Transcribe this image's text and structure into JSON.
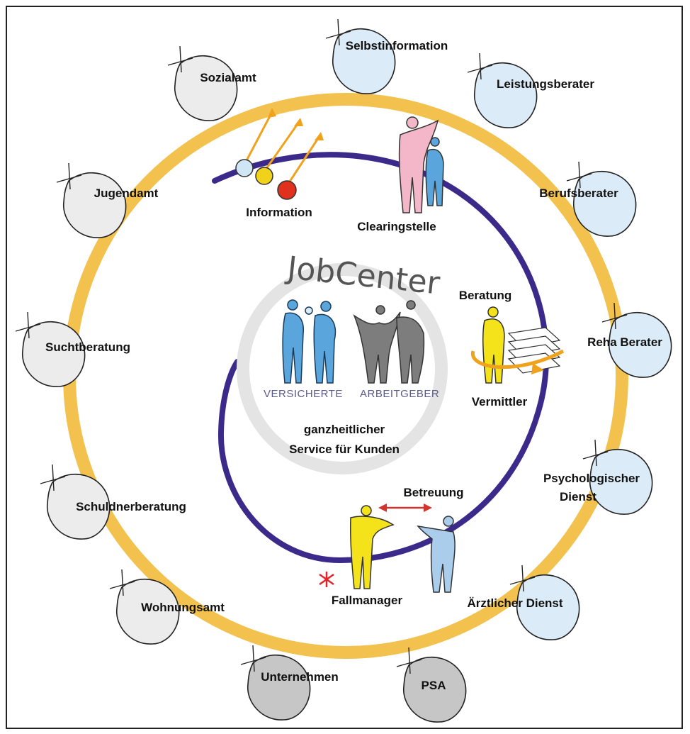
{
  "center": {
    "title": "JobCenter",
    "segment_left": "VERSICHERTE",
    "segment_right": "ARBEITGEBER",
    "tagline_1": "ganzheitlicher",
    "tagline_2": "Service für Kunden"
  },
  "inner_ring": [
    {
      "id": "information",
      "label": "Information"
    },
    {
      "id": "clearingstelle",
      "label": "Clearingstelle"
    },
    {
      "id": "beratung",
      "label": "Beratung"
    },
    {
      "id": "vermittler",
      "label": "Vermittler"
    },
    {
      "id": "betreuung",
      "label": "Betreuung"
    },
    {
      "id": "fallmanager",
      "label": "Fallmanager"
    }
  ],
  "outer_ring": [
    {
      "id": "selbstinformation",
      "label": "Selbstinformation",
      "group": "internal"
    },
    {
      "id": "leistungsberater",
      "label": "Leistungsberater",
      "group": "internal"
    },
    {
      "id": "berufsberater",
      "label": "Berufsberater",
      "group": "internal"
    },
    {
      "id": "reha-berater",
      "label": "Reha Berater",
      "group": "internal"
    },
    {
      "id": "psychologischer-dienst",
      "label": "Psychologischer",
      "label2": "Dienst",
      "group": "internal"
    },
    {
      "id": "aerztlicher-dienst",
      "label": "Ärztlicher Dienst",
      "group": "internal"
    },
    {
      "id": "psa",
      "label": "PSA",
      "group": "partner"
    },
    {
      "id": "unternehmen",
      "label": "Unternehmen",
      "group": "partner"
    },
    {
      "id": "wohnungsamt",
      "label": "Wohnungsamt",
      "group": "external"
    },
    {
      "id": "schuldnerberatung",
      "label": "Schuldnerberatung",
      "group": "external"
    },
    {
      "id": "suchtberatung",
      "label": "Suchtberatung",
      "group": "external"
    },
    {
      "id": "jugendamt",
      "label": "Jugendamt",
      "group": "external"
    },
    {
      "id": "sozialamt",
      "label": "Sozialamt",
      "group": "external"
    }
  ],
  "colors": {
    "outer_ring": "#f2c14e",
    "inner_ring": "#3b2a8a",
    "center_ring": "#e4e4e4",
    "internal": "#dcebf8",
    "external": "#ececec",
    "partner": "#c6c6c6",
    "figure_blue": "#5aa6dc",
    "figure_gray": "#7d7d7d",
    "figure_yellow": "#f4e21a",
    "figure_pink": "#f3b7c9",
    "arrow_orange": "#f0a21c",
    "betreuung_arrow": "#d0342c",
    "star": "#e2242b"
  }
}
